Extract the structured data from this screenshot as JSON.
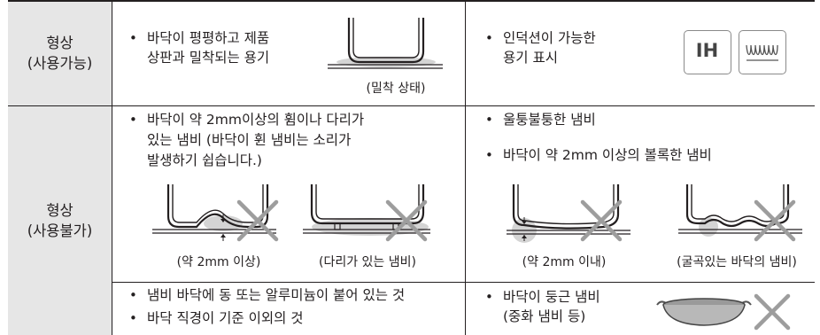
{
  "rows": [
    {
      "header": [
        "형상",
        "(사용가능)"
      ],
      "left": {
        "bullets": [
          [
            "바닥이 평평하고 제품",
            "상판과 밀착되는 용기"
          ]
        ],
        "caption": "(밀착 상태)"
      },
      "right": {
        "bullets": [
          [
            "인덕션이 가능한",
            "용기 표시"
          ]
        ],
        "badge_ih": "IH",
        "badge_coil_icon": "induction-coil-icon"
      }
    },
    {
      "header": [
        "형상",
        "(사용불가)"
      ],
      "left": {
        "bullets": [
          [
            "바닥이 약 2mm이상의 휨이나 다리가",
            "있는 냄비 (바닥이 휜 냄비는 소리가",
            "발생하기 쉽습니다.)"
          ]
        ],
        "caption_a": "(약 2mm 이상)",
        "caption_b": "(다리가 있는 냄비)"
      },
      "right": {
        "bullets": [
          [
            "울퉁불퉁한 냄비"
          ],
          [
            "바닥이 약 2mm 이상의 볼록한 냄비"
          ]
        ],
        "caption_a": "(약 2mm 이내)",
        "caption_b": "(굴곡있는 바닥의 냄비)"
      }
    },
    {
      "left": {
        "bullets": [
          [
            "냄비 바닥에 동 또는 알루미늄이 붙어 있는 것"
          ],
          [
            "바닥 직경이 기준 이외의 것"
          ]
        ]
      },
      "right": {
        "bullets": [
          [
            "바닥이 둥근 냄비",
            "(중화 냄비 등)"
          ]
        ]
      }
    }
  ],
  "bullet_char": "•",
  "colors": {
    "header_bg": "#e6e6e6",
    "line": "#231f20",
    "cross": "#9d9d9d",
    "contact": "#cfcfcf"
  }
}
